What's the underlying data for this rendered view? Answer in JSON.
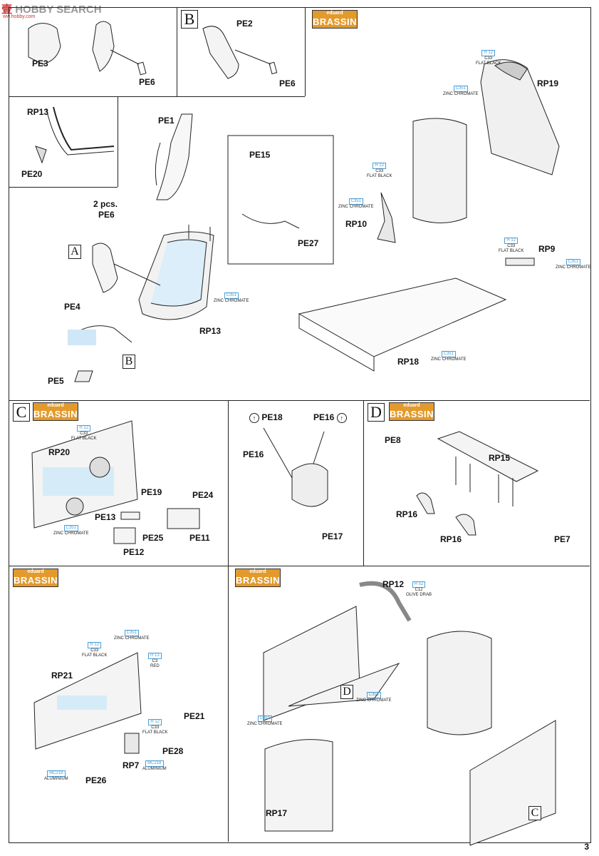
{
  "watermark": {
    "brand": "HOBBY SEARCH",
    "prefix": "壹",
    "url": "ww.hobby.com"
  },
  "page_number": "3",
  "brand_logo": {
    "top": "eduard",
    "bottom_a": "BRASS",
    "bottom_b": "IN"
  },
  "steps": [
    "A",
    "B",
    "C",
    "D"
  ],
  "paint": {
    "flat_black": {
      "code1": "H 12",
      "code2": "C33",
      "name": "FLAT BLACK"
    },
    "zinc_chromate": {
      "code1": "C351",
      "name": "ZINC CHROMATE"
    },
    "red": {
      "code1": "H 13",
      "code2": "C3",
      "name": "RED"
    },
    "aluminium": {
      "code1": "MC218",
      "name": "ALUMINIUM"
    },
    "olive_drab": {
      "code1": "H 52",
      "code2": "C12",
      "name": "OLIVE DRAB"
    }
  },
  "labels": {
    "pe3": "PE3",
    "pe6": "PE6",
    "pe2": "PE2",
    "pe6b": "PE6",
    "rp13a": "RP13",
    "pe20": "PE20",
    "pe1": "PE1",
    "two_pcs": "2 pcs.",
    "pe6c": "PE6",
    "pe4": "PE4",
    "pe5": "PE5",
    "rp13b": "RP13",
    "pe15": "PE15",
    "pe27": "PE27",
    "rp10": "RP10",
    "rp19": "RP19",
    "rp9": "RP9",
    "rp18": "RP18",
    "rp20": "RP20",
    "pe19": "PE19",
    "pe24": "PE24",
    "pe13": "PE13",
    "pe25": "PE25",
    "pe11": "PE11",
    "pe12": "PE12",
    "pe18": "PE18",
    "pe16a": "PE16",
    "pe16b": "PE16",
    "pe17": "PE17",
    "pe8": "PE8",
    "rp15": "RP15",
    "rp16a": "RP16",
    "rp16b": "RP16",
    "pe7": "PE7",
    "rp21": "RP21",
    "pe21": "PE21",
    "pe28": "PE28",
    "rp7": "RP7",
    "pe26": "PE26",
    "rp12": "RP12",
    "rp17": "RP17"
  }
}
